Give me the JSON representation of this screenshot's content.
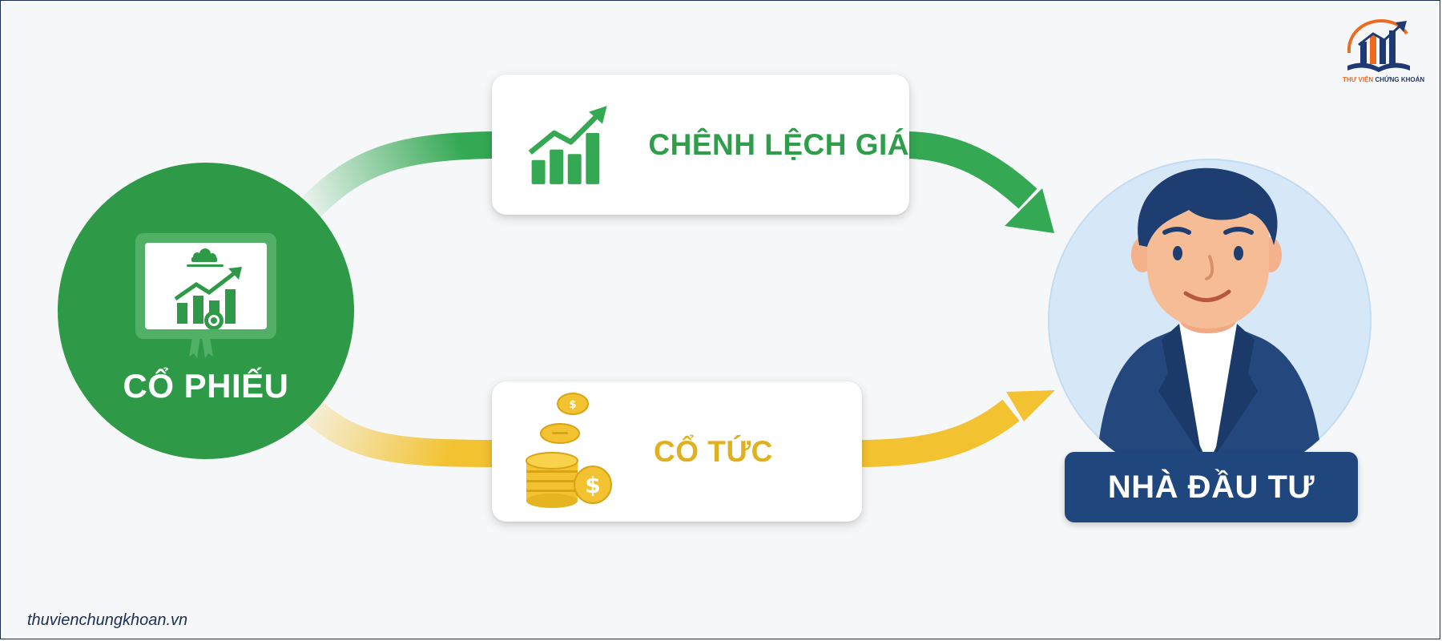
{
  "logo": {
    "text_part1": "THƯ VIỆN",
    "text_part2": "CHỨNG KHOÁN",
    "colors": {
      "navy": "#1f3a72",
      "orange": "#ee6a1f"
    },
    "icon": "bar-chart-book-logo-icon"
  },
  "stock": {
    "label": "CỔ PHIẾU",
    "icon": "stock-certificate-icon",
    "color": "#2e9a48"
  },
  "flows": [
    {
      "label": "CHÊNH LỆCH GIÁ",
      "icon": "rising-chart-icon",
      "color": "#2f9e4a"
    },
    {
      "label": "CỔ TỨC",
      "icon": "coin-stack-icon",
      "color": "#f2c230"
    }
  ],
  "investor": {
    "label": "NHÀ ĐẦU TƯ",
    "icon": "investor-avatar-icon",
    "color": "#1f477e"
  },
  "footer": {
    "website": "thuvienchungkhoan.vn"
  }
}
